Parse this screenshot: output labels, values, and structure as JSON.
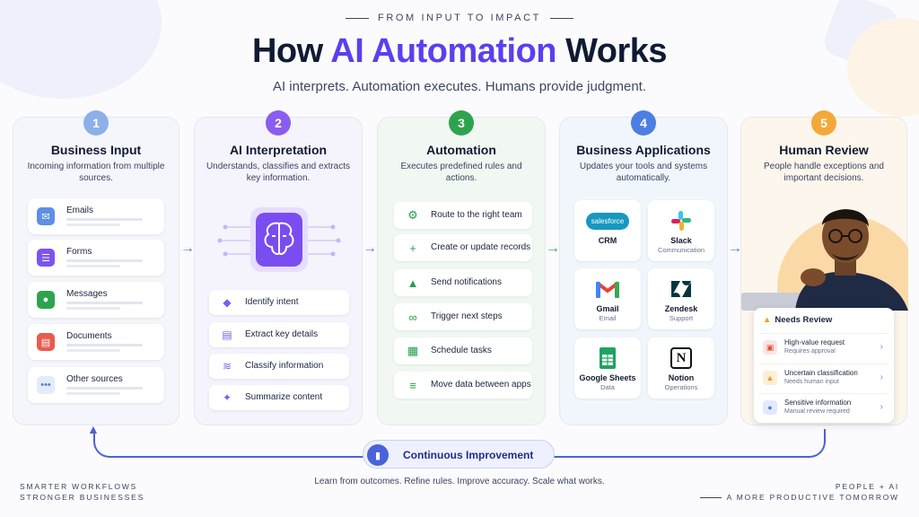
{
  "header": {
    "eyebrow": "FROM INPUT TO IMPACT",
    "title_prefix": "How ",
    "title_accent": "AI Automation",
    "title_suffix": " Works",
    "subtitle": "AI interprets. Automation executes. Humans provide judgment."
  },
  "colors": {
    "step1": "#7fa6e8",
    "step2": "#8a5cf0",
    "step3": "#2ea34e",
    "step4": "#4d7fe2",
    "step5": "#f3a93a",
    "accent": "#5b3ff0",
    "loop": "#4a63d8"
  },
  "steps": [
    {
      "number": "1",
      "title": "Business Input",
      "description": "Incoming information from multiple sources.",
      "items": [
        {
          "label": "Emails",
          "icon": "mail-icon"
        },
        {
          "label": "Forms",
          "icon": "form-icon"
        },
        {
          "label": "Messages",
          "icon": "chat-icon"
        },
        {
          "label": "Documents",
          "icon": "document-icon"
        },
        {
          "label": "Other sources",
          "icon": "more-icon"
        }
      ]
    },
    {
      "number": "2",
      "title": "AI Interpretation",
      "description": "Understands, classifies and extracts key information.",
      "items": [
        {
          "label": "Identify intent",
          "icon": "tag-icon"
        },
        {
          "label": "Extract key details",
          "icon": "document-icon"
        },
        {
          "label": "Classify information",
          "icon": "layers-icon"
        },
        {
          "label": "Summarize content",
          "icon": "sparkle-icon"
        }
      ]
    },
    {
      "number": "3",
      "title": "Automation",
      "description": "Executes predefined rules and actions.",
      "items": [
        {
          "label": "Route to the right team",
          "icon": "gear-icon"
        },
        {
          "label": "Create or update records",
          "icon": "add-user-icon"
        },
        {
          "label": "Send notifications",
          "icon": "bell-icon"
        },
        {
          "label": "Trigger next steps",
          "icon": "link-icon"
        },
        {
          "label": "Schedule tasks",
          "icon": "calendar-icon"
        },
        {
          "label": "Move data between apps",
          "icon": "database-icon"
        }
      ]
    },
    {
      "number": "4",
      "title": "Business Applications",
      "description": "Updates your tools and systems automatically.",
      "apps": [
        {
          "logo_text": "salesforce",
          "name": "CRM",
          "sub": ""
        },
        {
          "logo_text": "",
          "name": "Slack",
          "sub": "Communication"
        },
        {
          "logo_text": "",
          "name": "Gmail",
          "sub": "Email"
        },
        {
          "logo_text": "",
          "name": "Zendesk",
          "sub": "Support"
        },
        {
          "logo_text": "",
          "name": "Google Sheets",
          "sub": "Data"
        },
        {
          "logo_text": "N",
          "name": "Notion",
          "sub": "Operations"
        }
      ]
    },
    {
      "number": "5",
      "title": "Human Review",
      "description": "People handle exceptions and important decisions.",
      "panel": {
        "title": "Needs Review",
        "rows": [
          {
            "title": "High-value request",
            "sub": "Requires approval"
          },
          {
            "title": "Uncertain classification",
            "sub": "Needs human input"
          },
          {
            "title": "Sensitive information",
            "sub": "Manual review required"
          }
        ]
      }
    }
  ],
  "loop": {
    "label": "Continuous Improvement",
    "caption": "Learn from outcomes. Refine rules. Improve accuracy. Scale what works."
  },
  "footer": {
    "left_line1": "SMARTER WORKFLOWS",
    "left_line2": "STRONGER BUSINESSES",
    "right_line1": "PEOPLE + AI",
    "right_line2": "A MORE PRODUCTIVE TOMORROW"
  }
}
